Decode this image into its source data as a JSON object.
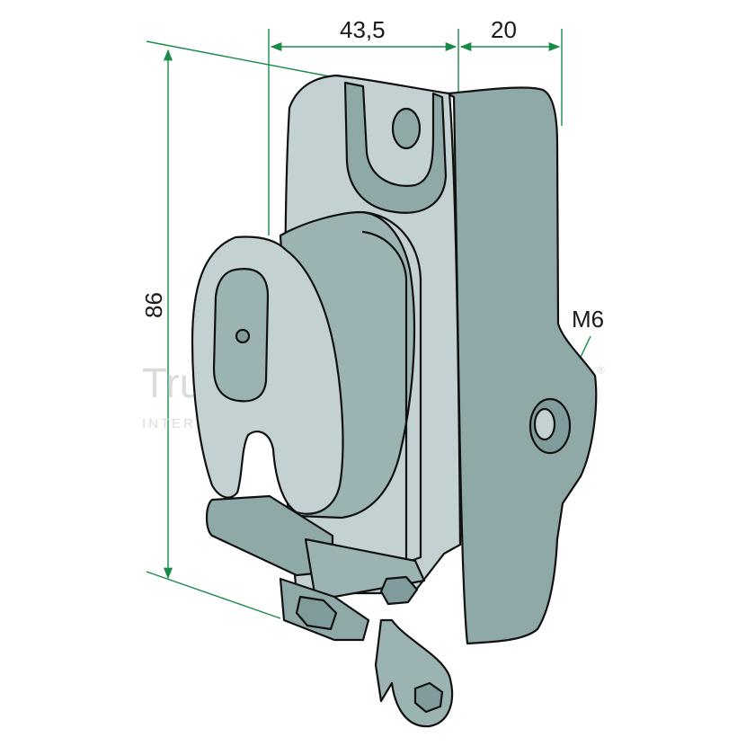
{
  "dimensions": {
    "width_label": "43,5",
    "depth_label": "20",
    "height_label": "86",
    "thread_label": "M6"
  },
  "watermark": {
    "brand": "TruckSystems.de",
    "company": "INTERKORN GmbH",
    "registered": "®"
  },
  "colors": {
    "dimension_line": "#1a8a4a",
    "steel_light": "#c4d1d2",
    "steel_mid": "#9cb3b3",
    "steel_dark": "#7f9b9b",
    "steel_shadow": "#6d8a8a"
  }
}
